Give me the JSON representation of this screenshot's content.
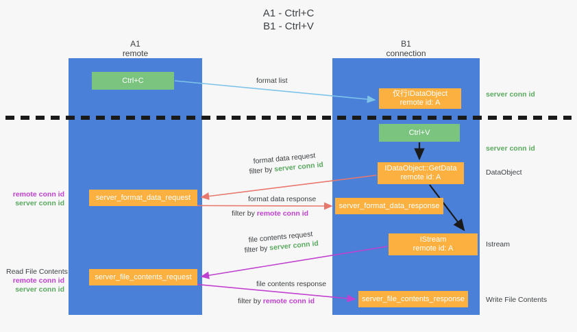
{
  "title": {
    "line1": "A1 - Ctrl+C",
    "line2": "B1 - Ctrl+V"
  },
  "lanes": [
    {
      "name": "A1",
      "subtitle": "remote",
      "color": "#4a80d8"
    },
    {
      "name": "B1",
      "subtitle": "connection",
      "color": "#4a80d8"
    }
  ],
  "boxes": {
    "ctrl_c": {
      "line1": "Ctrl+C",
      "line2": "",
      "color": "#7ac47f"
    },
    "idataobject": {
      "line1": "仅行IDataObject",
      "line2": "remote id: A",
      "color": "#fbb040"
    },
    "ctrl_v": {
      "line1": "Ctrl+V",
      "line2": "",
      "color": "#7ac47f"
    },
    "getdata": {
      "line1": "IDataObject::GetData",
      "line2": "remote id: A",
      "color": "#fbb040"
    },
    "server_format_data_request": {
      "line1": "server_format_data_request",
      "line2": "",
      "color": "#fbb040"
    },
    "server_format_data_response": {
      "line1": "server_format_data_response",
      "line2": "",
      "color": "#fbb040"
    },
    "istream": {
      "line1": "IStream",
      "line2": "remote id: A",
      "color": "#fbb040"
    },
    "server_file_contents_request": {
      "line1": "server_file_contents_request",
      "line2": "",
      "color": "#fbb040"
    },
    "server_file_contents_response": {
      "line1": "server_file_contents_response",
      "line2": "",
      "color": "#fbb040"
    }
  },
  "edge_labels": {
    "format_list": "format list",
    "format_data_request": "format data request",
    "format_data_request_filter_prefix": "filter by ",
    "format_data_request_filter_value": "server conn id",
    "format_data_response": "format data response",
    "format_data_response_filter_prefix": "filter by ",
    "format_data_response_filter_value": "remote conn id",
    "file_contents_request": "file contents request",
    "file_contents_request_filter_prefix": "filter by ",
    "file_contents_request_filter_value": "server conn id",
    "file_contents_response": "file contents response",
    "file_contents_response_filter_prefix": "filter by ",
    "file_contents_response_filter_value": "remote conn id"
  },
  "right_labels": {
    "server_conn_id_top": "server conn id",
    "server_conn_id_mid": "server conn id",
    "dataobject": "DataObject",
    "istream": "Istream",
    "write_file_contents": "Write File Contents"
  },
  "left_annotations": {
    "middle_remote": "remote conn id",
    "middle_server": "server conn id",
    "read_file_contents": "Read File Contents",
    "bottom_remote": "remote conn id",
    "bottom_server": "server conn id"
  },
  "colors": {
    "lane": "#4a80d8",
    "orange": "#fbb040",
    "green_box": "#7ac47f",
    "green_text": "#5aa95f",
    "purple_text": "#c040d0",
    "blue_arrow": "#7ec3ea",
    "red_arrow": "#e8776d",
    "magenta_arrow": "#c040d0",
    "dashed_divider": "#1a1a1a",
    "background": "#f7f7f7"
  }
}
